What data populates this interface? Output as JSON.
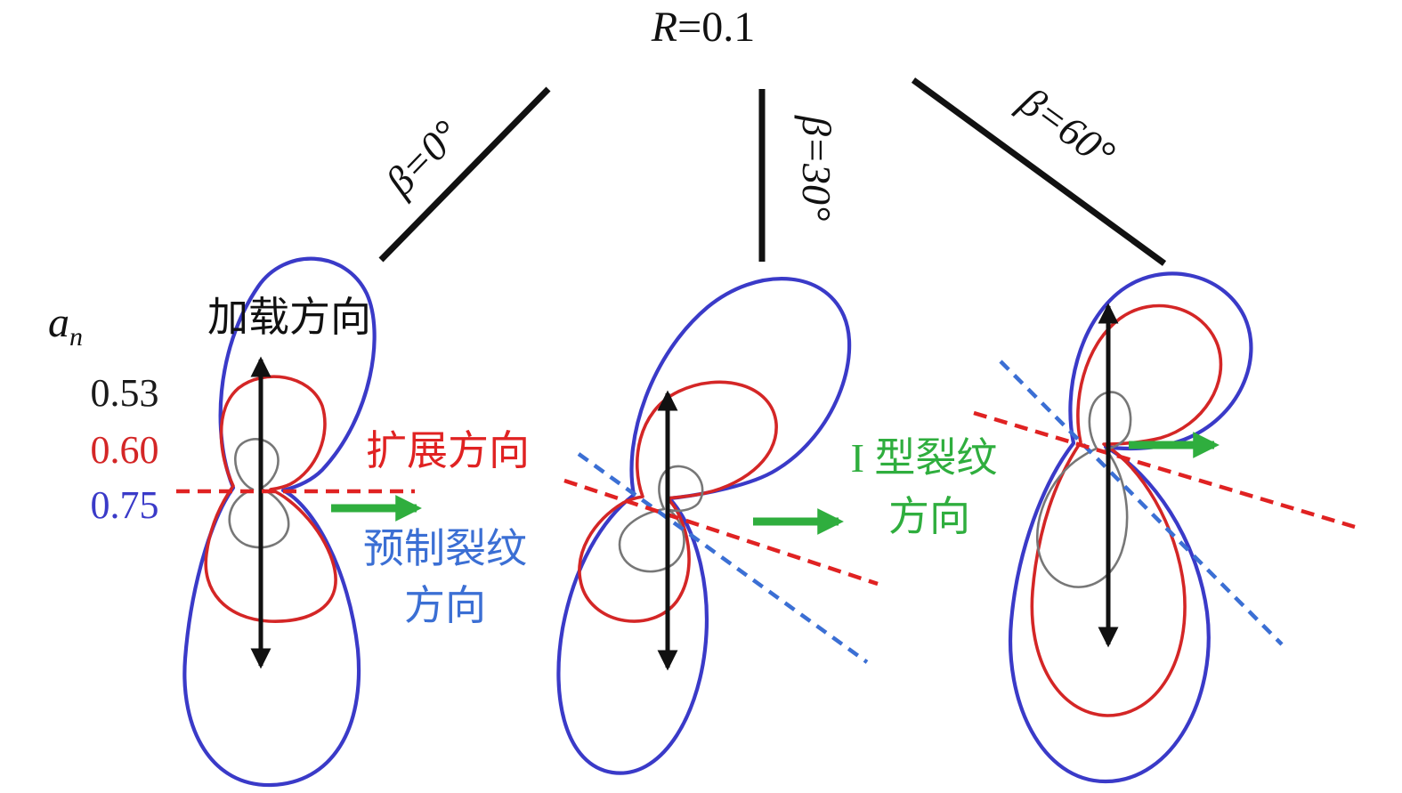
{
  "title": {
    "prefix": "R",
    "rest": "=0.1"
  },
  "panels": [
    {
      "beta_label": "β=0°"
    },
    {
      "beta_label": "β=30°"
    },
    {
      "beta_label": "β=60°"
    }
  ],
  "legend": {
    "symbol_base": "a",
    "symbol_sub": "n",
    "entries": [
      {
        "value": "0.53",
        "color": "#1a1a1a"
      },
      {
        "value": "0.60",
        "color": "#d42626"
      },
      {
        "value": "0.75",
        "color": "#3a3ac8"
      }
    ]
  },
  "labels": {
    "loading_direction": "加载方向",
    "propagation_direction": "扩展方向",
    "precrack_direction_line1": "预制裂纹",
    "precrack_direction_line2": "方向",
    "mode_i_crack_line1": "I 型裂纹",
    "mode_i_crack_line2": "方向"
  },
  "colors": {
    "black": "#111111",
    "contour_gray": "#777777",
    "contour_red": "#d42626",
    "contour_blue": "#3a3ac8",
    "dashed_red": "#e02222",
    "dashed_blue": "#3b6fd4",
    "green": "#2fae3e",
    "loading_text": "#111111",
    "propagation_text": "#e02222",
    "precrack_text": "#3b6fd4",
    "mode_i_text": "#2fae3e"
  }
}
